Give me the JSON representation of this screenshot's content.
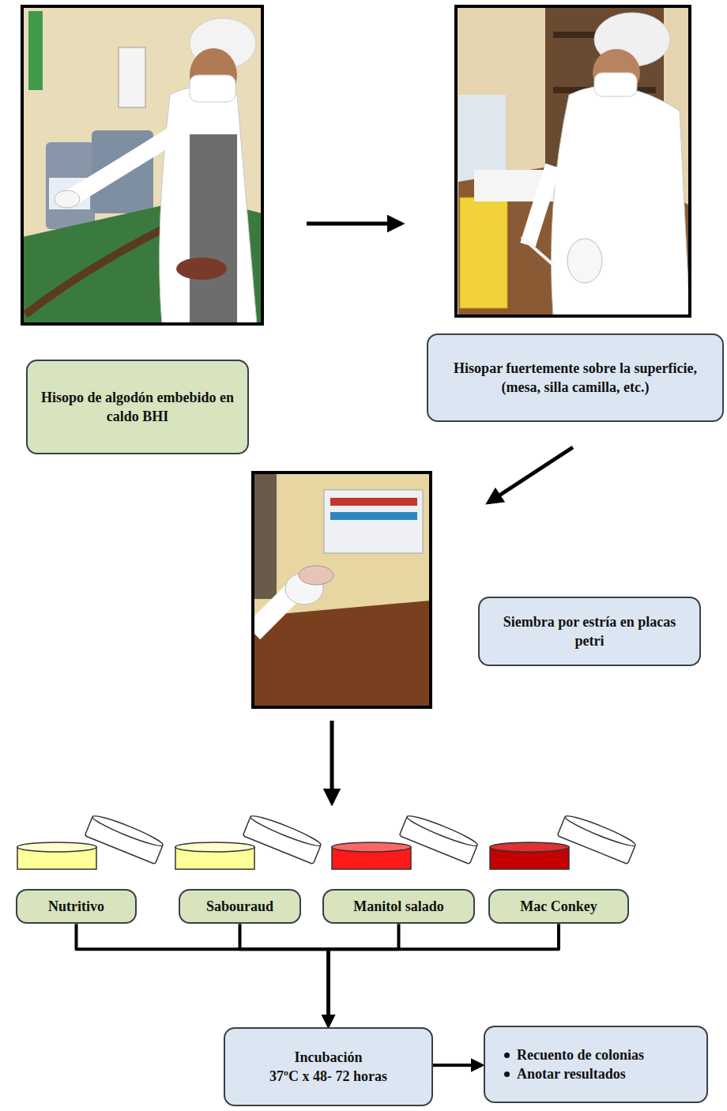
{
  "diagram": {
    "nodes": [
      {
        "text": [
          "Hisopo de algodón embebido en caldo BHI"
        ]
      },
      {
        "text": [
          "Hisopar fuertemente sobre la superficie, (mesa, silla camilla, etc.)"
        ]
      },
      {
        "text": [
          "Siembra por estría en placas petri"
        ]
      },
      {
        "text": [
          "Nutritivo"
        ]
      },
      {
        "text": [
          "Sabouraud"
        ]
      },
      {
        "text": [
          "Manitol salado"
        ]
      },
      {
        "text": [
          "Mac Conkey"
        ]
      },
      {
        "text": [
          "Incubación",
          "37ºC x 48- 72 horas"
        ]
      },
      {
        "text": [
          "Recuento de colonias",
          "Anotar resultados"
        ]
      }
    ],
    "edges": [
      {
        "from": 3,
        "to": 7,
        "arrow": "to"
      },
      {
        "from": 4,
        "to": 7,
        "arrow": "to"
      },
      {
        "from": 5,
        "to": 7,
        "arrow": "to"
      },
      {
        "from": 6,
        "to": 7,
        "arrow": "to"
      },
      {
        "from": 7,
        "to": 8,
        "arrow": "to"
      }
    ]
  }
}
